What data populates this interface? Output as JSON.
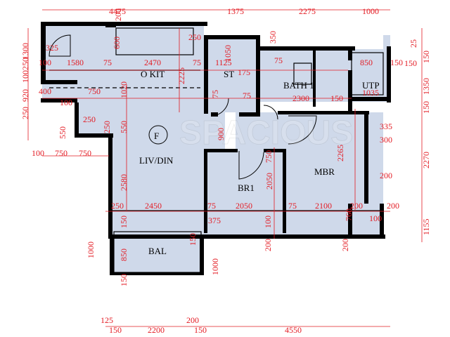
{
  "rooms": {
    "open_kitchen": "O KIT",
    "store": "ST",
    "bath": "BATH 1",
    "utility": "UTP",
    "living_dining": "LIV/DIN",
    "bedroom": "BR1",
    "master_bedroom": "MBR",
    "balcony": "BAL",
    "flat_letter": "F"
  },
  "top_dims": [
    "4475",
    "1375",
    "2275",
    "1000",
    "200"
  ],
  "bottom_dims": [
    "125",
    "150",
    "2200",
    "150",
    "200",
    "4550"
  ],
  "left_dims": [
    "1300",
    "250",
    "920",
    "100",
    "250",
    "1000"
  ],
  "right_dims": [
    "25",
    "150",
    "1350",
    "150",
    "150",
    "2270",
    "1155"
  ],
  "interior_dims": [
    "325",
    "1580",
    "2470",
    "1125",
    "175",
    "850",
    "150",
    "100",
    "75",
    "75",
    "75",
    "2225",
    "1050",
    "250",
    "350",
    "600",
    "750",
    "400",
    "100",
    "2300",
    "1035",
    "150",
    "1020",
    "550",
    "250",
    "550",
    "250",
    "335",
    "300",
    "100",
    "750",
    "750",
    "900",
    "2265",
    "200",
    "2580",
    "2050",
    "750",
    "75",
    "75",
    "250",
    "2450",
    "75",
    "2050",
    "75",
    "2100",
    "200",
    "760",
    "100",
    "200",
    "150",
    "375",
    "100",
    "200",
    "200",
    "850",
    "150",
    "150",
    "1000"
  ]
}
